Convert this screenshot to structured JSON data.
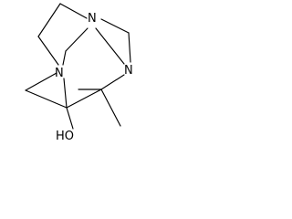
{
  "diagram": {
    "type": "skeletal-structure",
    "atoms": [
      {
        "id": "n1",
        "label": "N"
      },
      {
        "id": "n2",
        "label": "N"
      },
      {
        "id": "n3",
        "label": "N"
      },
      {
        "id": "oh",
        "label": "HO"
      }
    ],
    "bonds": [
      {
        "from": "n1",
        "to": "c_tl"
      },
      {
        "from": "n1",
        "to": "c_tr"
      },
      {
        "from": "n1",
        "to": "c_mid"
      },
      {
        "from": "c_tr",
        "to": "n3"
      },
      {
        "from": "c_tl",
        "to": "c_center"
      },
      {
        "from": "n2",
        "to": "c_center"
      },
      {
        "from": "c_mid",
        "to": "n2"
      },
      {
        "from": "n2",
        "to": "c_ll"
      },
      {
        "from": "c_ll",
        "to": "c_q"
      },
      {
        "from": "c_q",
        "to": "c_bot"
      },
      {
        "from": "c_bot",
        "to": "n3"
      },
      {
        "from": "c_q",
        "to": "oh"
      },
      {
        "from": "c_bot",
        "to": "c_me"
      },
      {
        "from": "c_q",
        "to": "c_center"
      }
    ],
    "colors": {
      "ink": "#000000",
      "background": "#ffffff"
    }
  }
}
